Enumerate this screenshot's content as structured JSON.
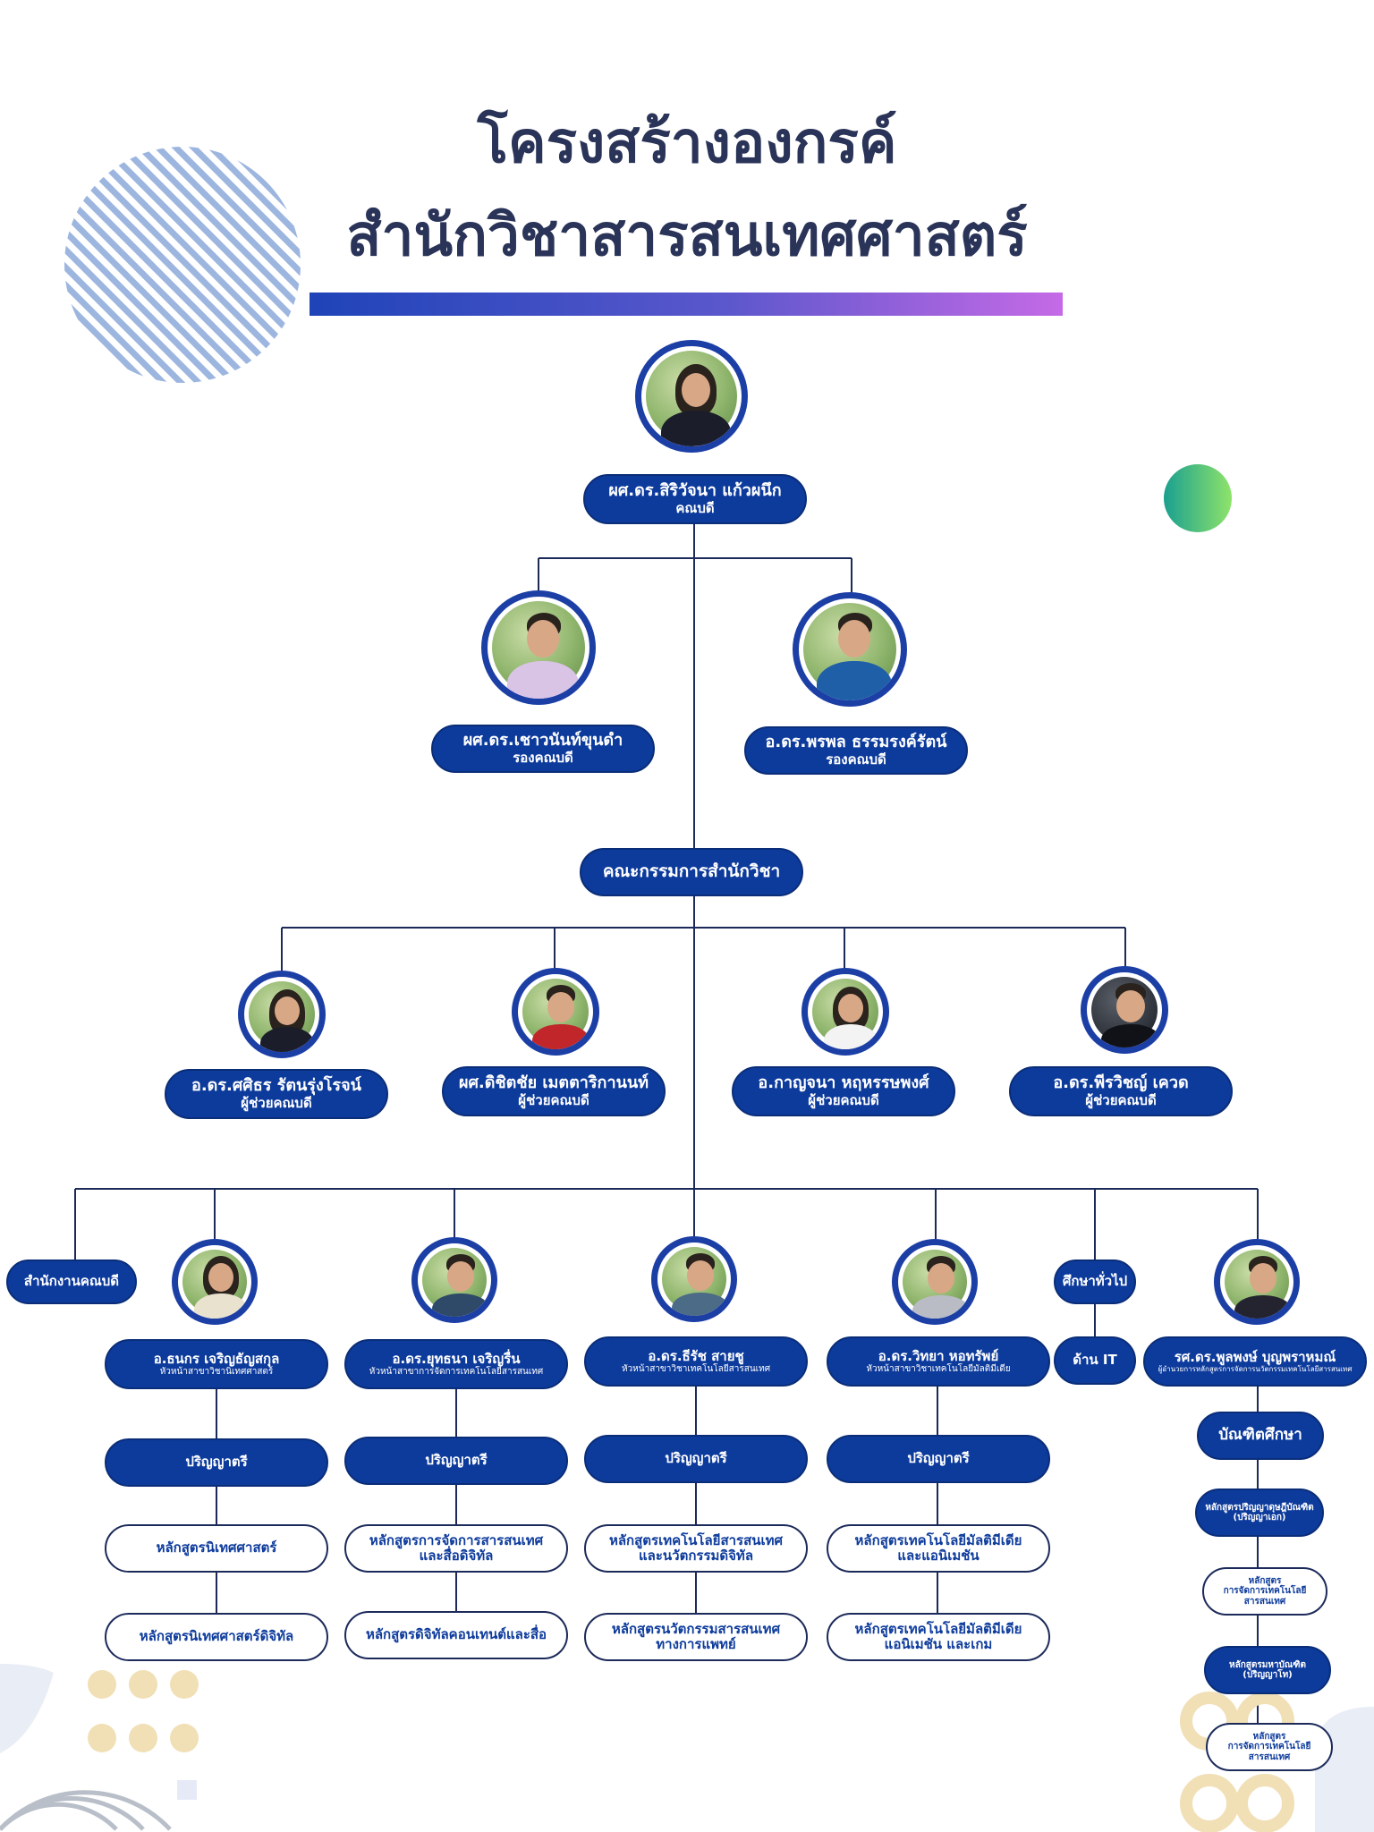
{
  "title": {
    "line1": "โครงสร้างองกรค์",
    "line2": "สำนักวิชาสารสนเทศศาสตร์"
  },
  "dean": {
    "name": "ผศ.ดร.สิริวัจนา แก้วผนึก",
    "role": "คณบดี"
  },
  "deputies": [
    {
      "name": "ผศ.ดร.เชาวนันท์ขุนดำ",
      "role": "รองคณบดี"
    },
    {
      "name": "อ.ดร.พรพล ธรรมรงค์รัตน์",
      "role": "รองคณบดี"
    }
  ],
  "committee": {
    "label": "คณะกรรมการสำนักวิชา"
  },
  "assistants": [
    {
      "name": "อ.ดร.ศศิธร รัตนรุ่งโรจน์",
      "role": "ผู้ช่วยคณบดี"
    },
    {
      "name": "ผศ.ดิชิตชัย เมตตาริกานนท์",
      "role": "ผู้ช่วยคณบดี"
    },
    {
      "name": "อ.กาญจนา หฤหรรษพงศ์",
      "role": "ผู้ช่วยคณบดี"
    },
    {
      "name": "อ.ดร.พีรวิชญ์ เควด",
      "role": "ผู้ช่วยคณบดี"
    }
  ],
  "office": {
    "label": "สำนักงานคณบดี"
  },
  "general": {
    "label": "ศึกษาทั่วไป",
    "sub": "ด้าน IT"
  },
  "departments": [
    {
      "name": "อ.ธนกร เจริญธัญสกุล",
      "role": "หัวหน้าสาขาวิชานิเทศศาสตร์",
      "level": "ปริญญาตรี",
      "programs": [
        "หลักสูตรนิเทศศาสตร์",
        "หลักสูตรนิเทศศาสตร์ดิจิทัล"
      ]
    },
    {
      "name": "อ.ดร.ยุทธนา เจริญรื่น",
      "role": "หัวหน้าสาขาการจัดการเทคโนโลยีสารสนเทศ",
      "level": "ปริญญาตรี",
      "programs": [
        "หลักสูตรการจัดการสารสนเทศ\nและสื่อดิจิทัล",
        "หลักสูตรดิจิทัลคอนเทนต์และสื่อ"
      ]
    },
    {
      "name": "อ.ดร.ธีรัช สายชู",
      "role": "หัวหน้าสาขาวิชาเทคโนโลยีสารสนเทศ",
      "level": "ปริญญาตรี",
      "programs": [
        "หลักสูตรเทคโนโลยีสารสนเทศ\nและนวัตกรรมดิจิทัล",
        "หลักสูตรนวัตกรรมสารสนเทศ\nทางการแพทย์"
      ]
    },
    {
      "name": "อ.ดร.วิทยา หอทรัพย์",
      "role": "หัวหน้าสาขาวิชาเทคโนโลยีมัลติมีเดีย",
      "level": "ปริญญาตรี",
      "programs": [
        "หลักสูตรเทคโนโลยีมัลติมีเดีย\nและแอนิเมชัน",
        "หลักสูตรเทคโนโลยีมัลติมีเดีย\nแอนิเมชัน และเกม"
      ]
    }
  ],
  "graduate": {
    "name": "รศ.ดร.พูลพงษ์ บุญพราหมณ์",
    "role": "ผู้อำนวยการหลักสูตรการจัดการนวัตกรรมเทคโนโลยีสารสนเทศ",
    "level": "บัณฑิตศึกษา",
    "programs": [
      "หลักสูตรปริญญาดุษฎีบัณฑิต\n(ปริญญาเอก)",
      "หลักสูตร\nการจัดการเทคโนโลยีสารสนเทศ",
      "หลักสูตรมหาบัณฑิต\n(ปริญญาโท)",
      "หลักสูตร\nการจัดการเทคโนโลยีสารสนเทศ"
    ]
  },
  "colors": {
    "primary": "#0d3b9c",
    "line": "#1c2a5a",
    "title": "#2a3358"
  }
}
